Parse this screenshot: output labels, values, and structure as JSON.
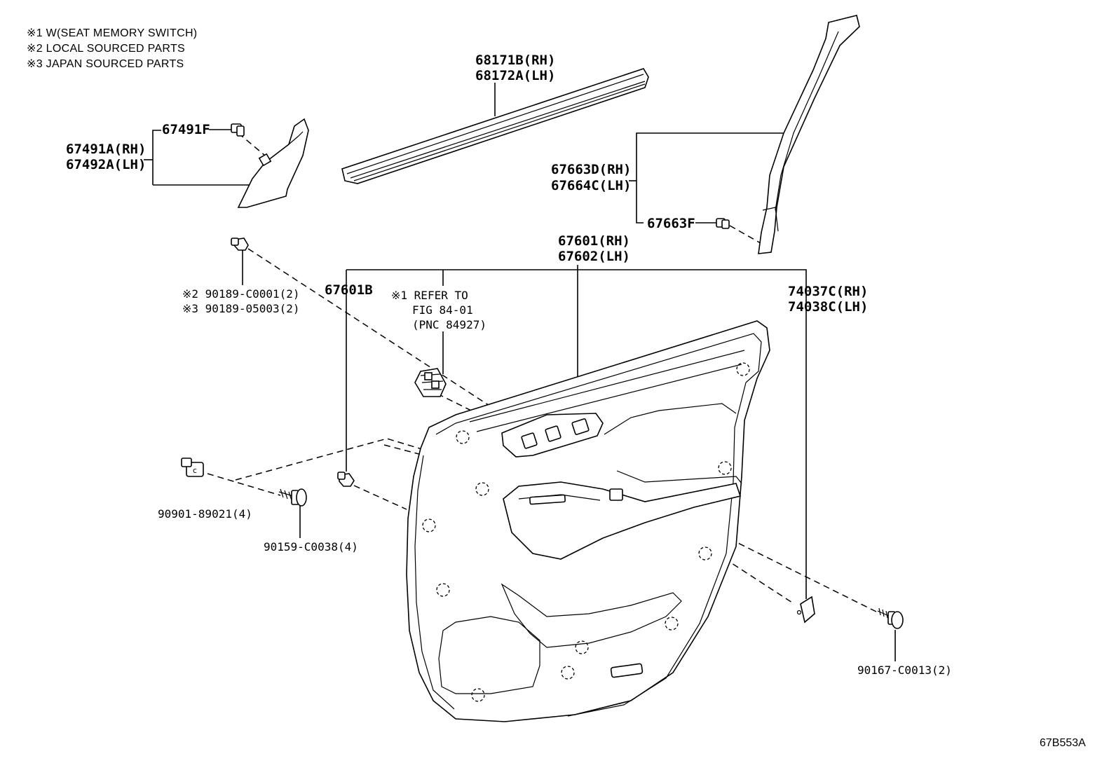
{
  "notes": [
    "※1 W(SEAT MEMORY SWITCH)",
    "※2 LOCAL SOURCED PARTS",
    "※3 JAPAN SOURCED PARTS"
  ],
  "labels": {
    "p68171b": "68171B(RH)",
    "p68172a": "68172A(LH)",
    "p67491f": "67491F",
    "p67491a": "67491A(RH)",
    "p67492a": "67492A(LH)",
    "p67663d": "67663D(RH)",
    "p67664c": "67664C(LH)",
    "p67663f": "67663F",
    "p67601": "67601(RH)",
    "p67602": "67602(LH)",
    "p67601b": "67601B",
    "p74037c": "74037C(RH)",
    "p74038c": "74038C(LH)",
    "p90189c": "※2 90189-C0001(2)",
    "p90189j": "※3 90189-05003(2)",
    "refer1": "※1 REFER TO",
    "refer2": "FIG 84-01",
    "refer3": "(PNC 84927)",
    "p90901": "90901-89021(4)",
    "p90159": "90159-C0038(4)",
    "p90167": "90167-C0013(2)"
  },
  "figure_code": "67B553A"
}
